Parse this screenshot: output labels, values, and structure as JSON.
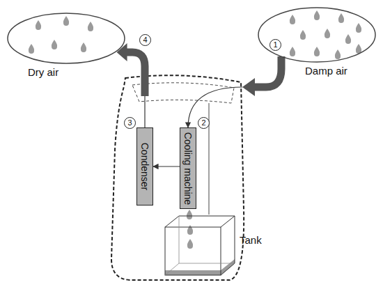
{
  "diagram": {
    "nodes": [
      {
        "text": [
          "Dry air"
        ]
      },
      {
        "text": [
          "Damp air"
        ]
      },
      {
        "text": [
          "Condenser"
        ]
      },
      {
        "text": [
          "Cooling machine"
        ]
      },
      {
        "text": [
          "Tank"
        ]
      }
    ],
    "edges": [
      {
        "from": 1,
        "to": 3,
        "arrow": "to"
      },
      {
        "from": 3,
        "to": 2,
        "arrow": "to"
      },
      {
        "from": 2,
        "to": 0,
        "arrow": "to"
      }
    ],
    "labels": [
      "1",
      "2",
      "3",
      "4"
    ]
  }
}
